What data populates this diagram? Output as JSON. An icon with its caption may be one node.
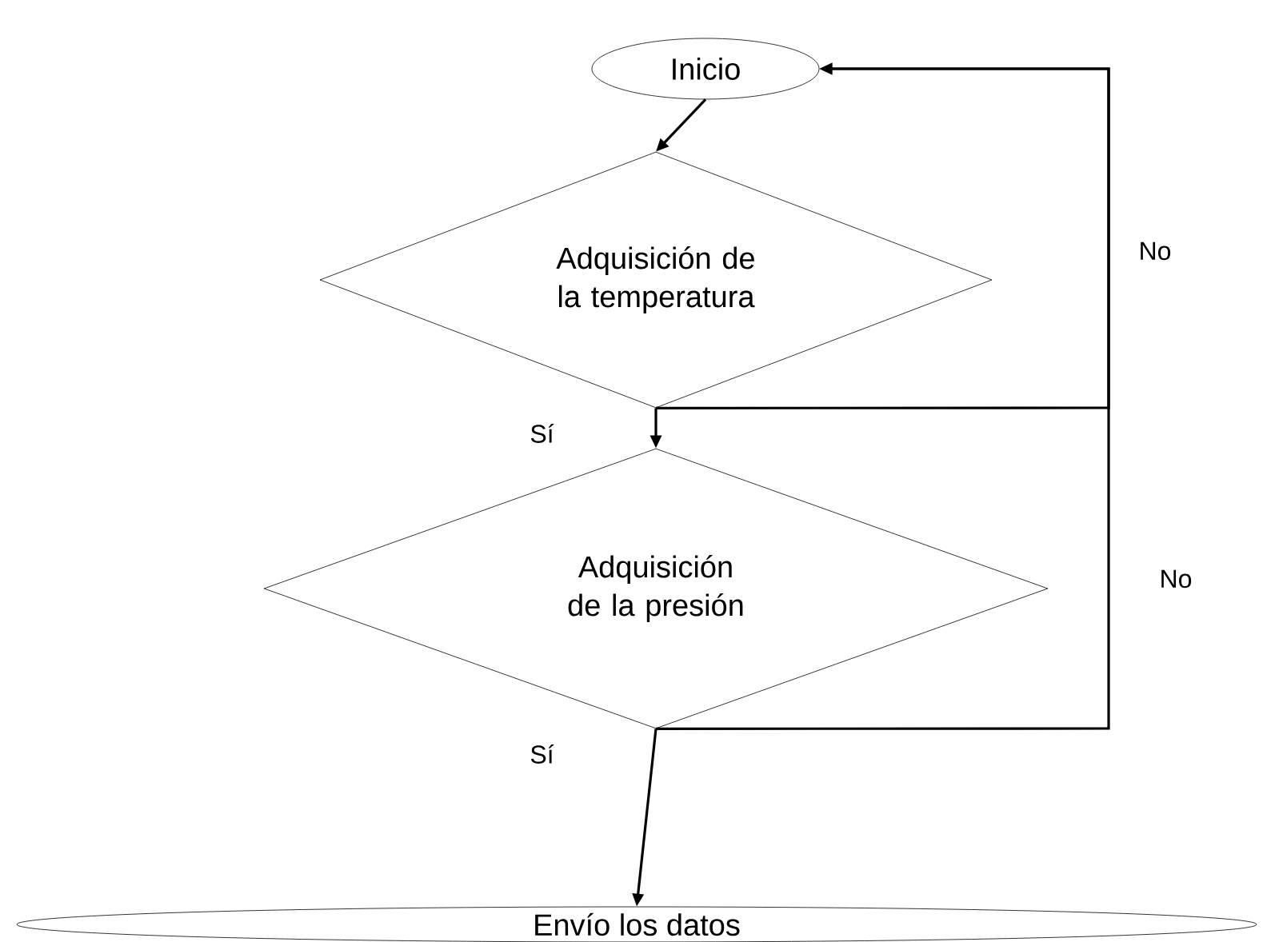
{
  "diagram": {
    "nodes": [
      {
        "text": [
          "Inicio"
        ]
      },
      {
        "text": [
          "Adquisición de la temperatura"
        ]
      },
      {
        "text": [
          "Adquisición de la presión"
        ]
      },
      {
        "text": [
          "Envío los datos"
        ]
      }
    ],
    "edges": [
      {
        "from": 0,
        "to": 1,
        "arrow": "to"
      },
      {
        "from": 1,
        "to": 2,
        "arrow": "to",
        "label": "Sí"
      },
      {
        "from": 2,
        "to": 3,
        "arrow": "to",
        "label": "Sí"
      },
      {
        "from": 1,
        "to": 0,
        "arrow": "to",
        "label": "No"
      },
      {
        "from": 2,
        "to": 0,
        "arrow": "to",
        "label": "No"
      }
    ]
  }
}
